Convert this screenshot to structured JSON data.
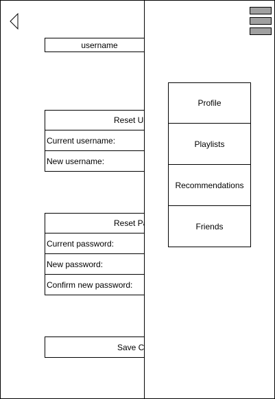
{
  "header": {
    "back_icon": "back-triangle-icon"
  },
  "username_display": "username",
  "reset_username": {
    "title": "Reset Username",
    "fields": [
      "Current username:",
      "New username:"
    ]
  },
  "reset_password": {
    "title": "Reset Password",
    "fields": [
      "Current password:",
      "New password:",
      "Confirm new password:"
    ]
  },
  "save_button": "Save Changes",
  "menu": {
    "toggle_icon": "hamburger-menu-icon",
    "items": [
      "Profile",
      "Playlists",
      "Recommendations",
      "Friends"
    ]
  }
}
